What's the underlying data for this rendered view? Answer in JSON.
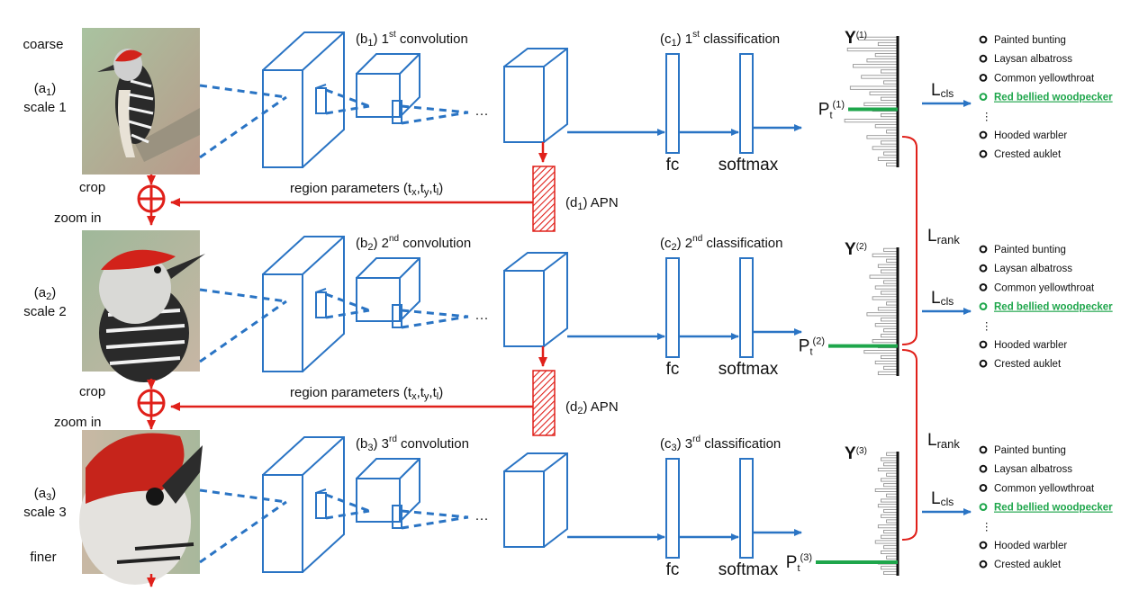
{
  "rows": [
    {
      "id": 1,
      "scale_prefix": "(a",
      "scale_sub": "1",
      "scale_suffix": ")",
      "scale_label": "scale 1",
      "side_label": "coarse",
      "conv_prefix": "(b",
      "conv_sub": "1",
      "conv_suffix": ") 1",
      "conv_sup": "st",
      "conv_word": " convolution",
      "class_prefix": "(c",
      "class_sub": "1",
      "class_suffix": ") 1",
      "class_sup": "st",
      "class_word": " classification",
      "fc": "fc",
      "softmax": "softmax",
      "y_label": "Y",
      "y_sup": "(1)",
      "pt_label": "P",
      "pt_sub": "t",
      "pt_sup": "(1)",
      "lcls_main": "L",
      "lcls_sub": "cls",
      "classes": [
        "Painted bunting",
        "Laysan albatross",
        "Common yellowthroat",
        "Red bellied woodpecker",
        "⋮",
        "Hooded warbler",
        "Crested auklet"
      ],
      "highlight_index": 3
    },
    {
      "id": 2,
      "scale_prefix": "(a",
      "scale_sub": "2",
      "scale_suffix": ")",
      "scale_label": "scale 2",
      "side_label": "",
      "conv_prefix": "(b",
      "conv_sub": "2",
      "conv_suffix": ") 2",
      "conv_sup": "nd",
      "conv_word": " convolution",
      "class_prefix": "(c",
      "class_sub": "2",
      "class_suffix": ") 2",
      "class_sup": "nd",
      "class_word": " classification",
      "fc": "fc",
      "softmax": "softmax",
      "y_label": "Y",
      "y_sup": "(2)",
      "pt_label": "P",
      "pt_sub": "t",
      "pt_sup": "(2)",
      "lcls_main": "L",
      "lcls_sub": "cls",
      "classes": [
        "Painted bunting",
        "Laysan albatross",
        "Common yellowthroat",
        "Red bellied woodpecker",
        "⋮",
        "Hooded warbler",
        "Crested auklet"
      ],
      "highlight_index": 3
    },
    {
      "id": 3,
      "scale_prefix": "(a",
      "scale_sub": "3",
      "scale_suffix": ")",
      "scale_label": "scale 3",
      "side_label": "finer",
      "conv_prefix": "(b",
      "conv_sub": "3",
      "conv_suffix": ") 3",
      "conv_sup": "rd",
      "conv_word": " convolution",
      "class_prefix": "(c",
      "class_sub": "3",
      "class_suffix": ") 3",
      "class_sup": "rd",
      "class_word": " classification",
      "fc": "fc",
      "softmax": "softmax",
      "y_label": "Y",
      "y_sup": "(3)",
      "pt_label": "P",
      "pt_sub": "t",
      "pt_sup": "(3)",
      "lcls_main": "L",
      "lcls_sub": "cls",
      "classes": [
        "Painted bunting",
        "Laysan albatross",
        "Common yellowthroat",
        "Red bellied woodpecker",
        "⋮",
        "Hooded warbler",
        "Crested auklet"
      ],
      "highlight_index": 3
    }
  ],
  "ellipsis": "···",
  "links": [
    {
      "crop": "crop",
      "zoom": "zoom in",
      "region_text": "region parameters (t",
      "tx": "x",
      "sep1": ",t",
      "ty": "y",
      "sep2": ",t",
      "tl": "l",
      "close": ")",
      "apn_prefix": "(d",
      "apn_sub": "1",
      "apn_suffix": ") APN"
    },
    {
      "crop": "crop",
      "zoom": "zoom in",
      "region_text": "region parameters (t",
      "tx": "x",
      "sep1": ",t",
      "ty": "y",
      "sep2": ",t",
      "tl": "l",
      "close": ")",
      "apn_prefix": "(d",
      "apn_sub": "2",
      "apn_suffix": ") APN"
    }
  ],
  "lrank": {
    "main": "L",
    "sub": "rank"
  },
  "colors": {
    "blue": "#2a74c4",
    "red": "#e0201a",
    "green": "#1ea64b",
    "bar": "#b0b0b0"
  },
  "chart_data": {
    "type": "bar",
    "orientation": "horizontal",
    "series": [
      {
        "name": "Y(1)",
        "values": [
          0.7,
          0.35,
          0.9,
          0.4,
          0.55,
          0.8,
          0.3,
          0.65,
          0.25,
          0.85,
          0.5,
          0.3,
          0.6,
          0.45,
          0.3,
          0.95,
          0.4,
          0.2,
          0.55,
          0.3,
          0.45,
          0.25,
          0.35,
          0.2
        ]
      },
      {
        "name": "Y(2)",
        "values": [
          0.25,
          0.45,
          0.2,
          0.35,
          0.3,
          0.5,
          0.25,
          0.4,
          0.3,
          0.45,
          0.2,
          0.35,
          0.55,
          0.3,
          0.4,
          0.25,
          0.3,
          0.45,
          0.35,
          0.6,
          0.3,
          0.4,
          0.25,
          0.35
        ]
      },
      {
        "name": "Y(3)",
        "values": [
          0.2,
          0.3,
          0.25,
          0.35,
          0.2,
          0.3,
          0.25,
          0.4,
          0.2,
          0.3,
          0.35,
          0.25,
          0.3,
          0.2,
          0.35,
          0.25,
          0.3,
          0.4,
          0.25,
          0.3,
          0.2,
          0.35,
          0.3,
          0.25
        ]
      }
    ],
    "highlight_bars": [
      {
        "series": "Y(1)",
        "label": "Pt(1)",
        "value": 0.55
      },
      {
        "series": "Y(2)",
        "label": "Pt(2)",
        "value": 0.8
      },
      {
        "series": "Y(3)",
        "label": "Pt(3)",
        "value": 0.9
      }
    ]
  }
}
